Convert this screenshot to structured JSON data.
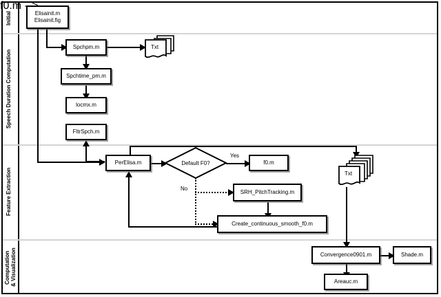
{
  "diagram": {
    "title": "Speech processing pipeline flowchart",
    "type": "swimlane-flowchart",
    "accent_color": "#000000",
    "divider_color": "#d4d4d4",
    "background": "#ffffff"
  },
  "lanes": [
    {
      "id": "initial",
      "label": "Initial"
    },
    {
      "id": "speech-duration",
      "label": "Speech Duration Computation"
    },
    {
      "id": "feature-extraction",
      "label": "Feature Extraction"
    },
    {
      "id": "computation-visualization",
      "label": "Computation\n& Visualization"
    }
  ],
  "nodes": {
    "elisainit": {
      "label": "Elisainit.m\nElisainit.fig",
      "shape": "process"
    },
    "spchpm": {
      "label": "Spchpm.m",
      "shape": "process"
    },
    "spchtime": {
      "label": "Spchtime_pm.m",
      "shape": "process"
    },
    "locmx": {
      "label": "locmx.m",
      "shape": "process"
    },
    "fltrspch": {
      "label": "FltrSpch.m",
      "shape": "process"
    },
    "perelisa": {
      "label": "PerElisa.m",
      "shape": "process"
    },
    "default_f0": {
      "label": "Default F0?",
      "shape": "decision"
    },
    "f0": {
      "label": "f0.m",
      "shape": "process"
    },
    "srh": {
      "label": "SRH_PitchTracking.m",
      "shape": "process"
    },
    "create_smooth": {
      "label": "Create_continuous_smooth_f0.m",
      "shape": "process"
    },
    "convergence": {
      "label": "Convergence0901.m",
      "shape": "process"
    },
    "shade": {
      "label": "Shade.m",
      "shape": "process"
    },
    "areauc": {
      "label": "Areauc.m",
      "shape": "process"
    },
    "txt_top": {
      "label": "Txt",
      "shape": "document-stack",
      "sheets": 3
    },
    "txt_mid": {
      "label": "Txt",
      "shape": "document-stack",
      "sheets": 5
    }
  },
  "edge_labels": {
    "yes": "Yes",
    "no": "No"
  }
}
